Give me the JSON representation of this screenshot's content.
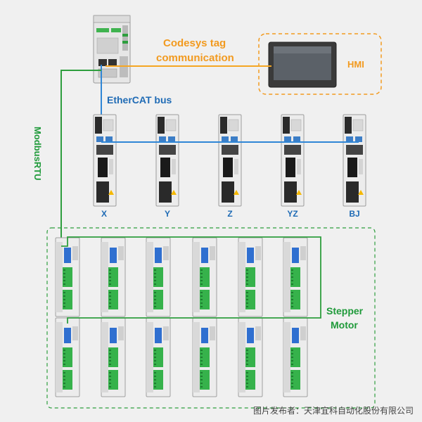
{
  "labels": {
    "codesys_line1": "Codesys tag",
    "codesys_line2": "communication",
    "hmi": "HMI",
    "ethercat": "EtherCAT bus",
    "modbus": "ModbusRTU",
    "stepper_line1": "Stepper",
    "stepper_line2": "Motor"
  },
  "servo_axes": [
    "X",
    "Y",
    "Z",
    "YZ",
    "BJ"
  ],
  "footer": "图片发布者：天津宜科自动化股份有限公司",
  "colors": {
    "ethercat": "#2f86d6",
    "codesys": "#f5a623",
    "modbus": "#2e9e3e",
    "frame": "#f29a1f",
    "label_blue": "#1f6bb5",
    "label_green": "#1f9a3a"
  }
}
